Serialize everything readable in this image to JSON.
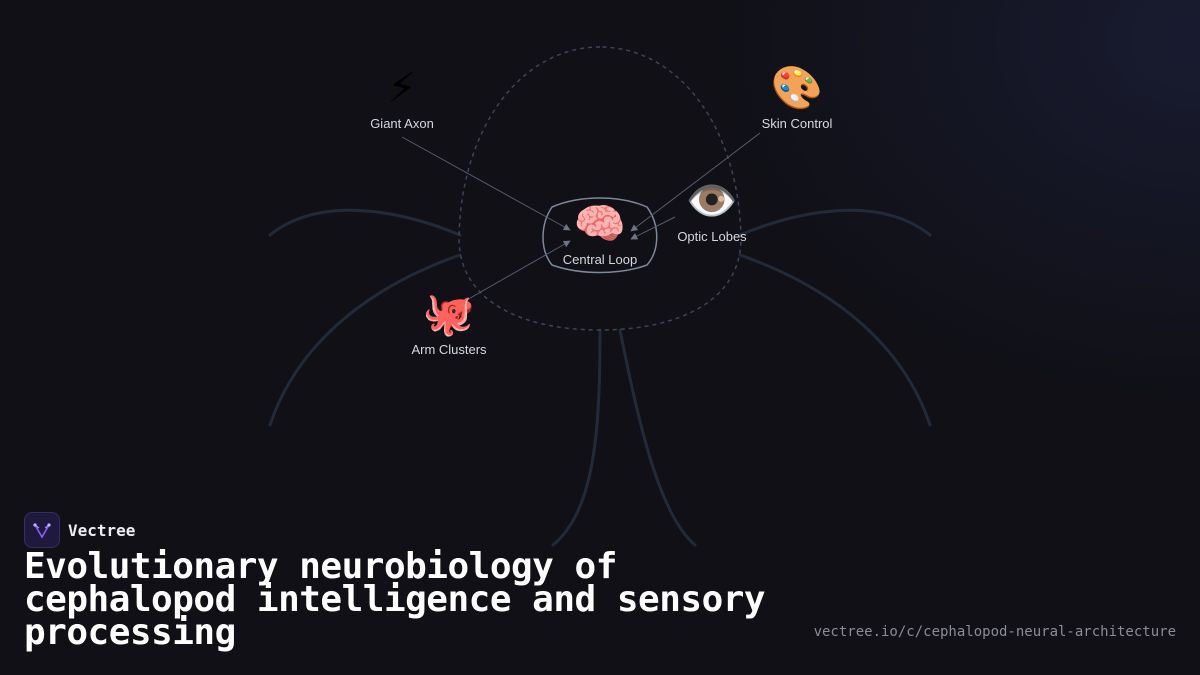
{
  "nodes": {
    "giant_axon": {
      "icon": "⚡",
      "icon_name": "lightning-icon",
      "label": "Giant Axon"
    },
    "skin_control": {
      "icon": "🎨",
      "icon_name": "palette-icon",
      "label": "Skin Control"
    },
    "optic_lobes": {
      "icon": "👁️",
      "icon_name": "eye-icon",
      "label": "Optic Lobes"
    },
    "central_loop": {
      "icon": "🧠",
      "icon_name": "brain-icon",
      "label": "Central Loop"
    },
    "arm_clusters": {
      "icon": "🐙",
      "icon_name": "octopus-icon",
      "label": "Arm Clusters"
    }
  },
  "brand": {
    "name": "Vectree"
  },
  "title": "Evolutionary neurobiology of cephalopod intelligence and sensory processing",
  "url": "vectree.io/c/cephalopod-neural-architecture",
  "colors": {
    "background": "#101016",
    "tentacle": "#232b3c",
    "edge": "#5b6276",
    "text": "#ffffff"
  }
}
